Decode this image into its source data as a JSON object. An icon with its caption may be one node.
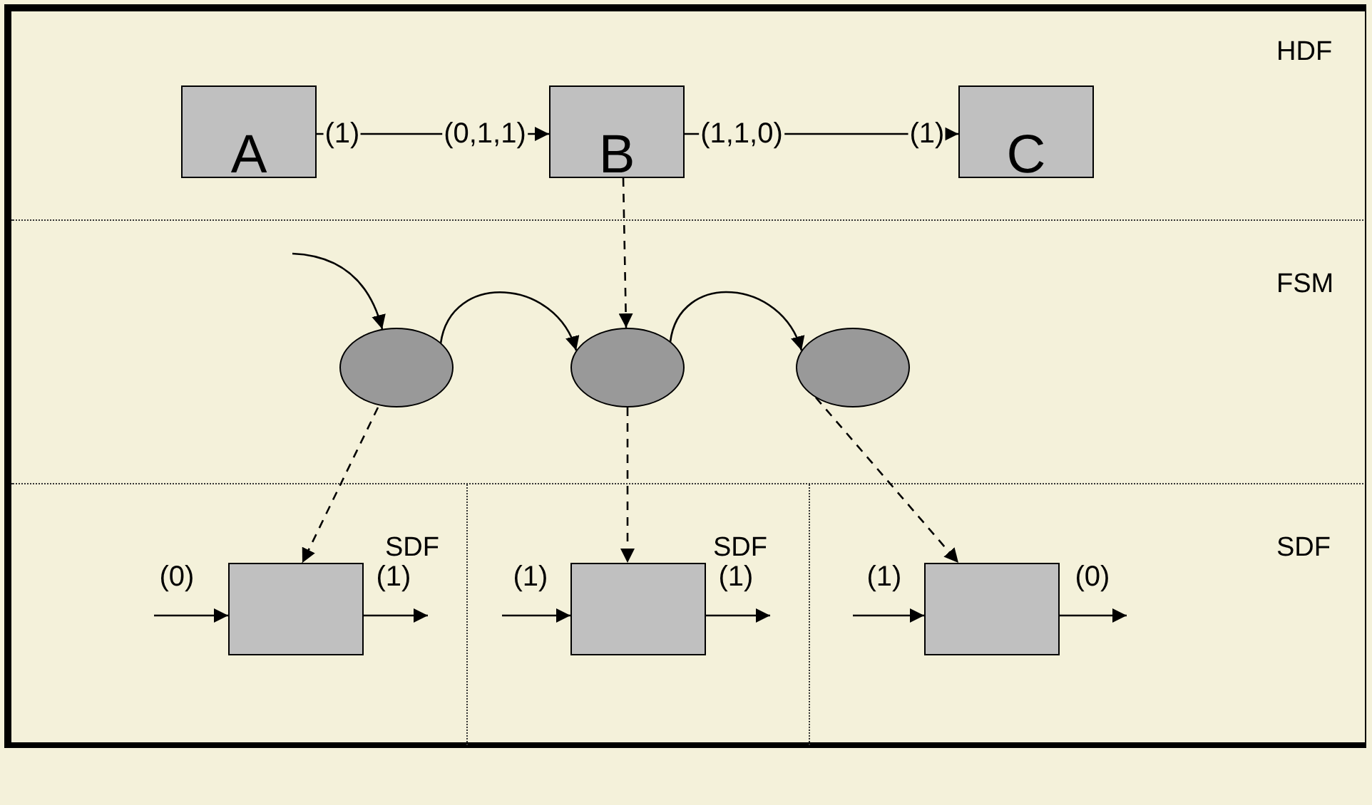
{
  "diagram": {
    "nodes": [
      {
        "text": [
          "HDF"
        ]
      },
      {
        "text": [
          "A"
        ],
        "in": 0
      },
      {
        "text": [
          "B"
        ],
        "in": 0
      },
      {
        "text": [
          "C"
        ],
        "in": 0
      },
      {
        "text": [
          "FSM"
        ]
      },
      {
        "text": [],
        "shape": "circle",
        "in": 4
      },
      {
        "text": [],
        "shape": "circle",
        "in": 4
      },
      {
        "text": [],
        "shape": "circle",
        "in": 4
      },
      {
        "text": [
          "SDF"
        ]
      },
      {
        "text": [],
        "shape": "box",
        "in": 8
      },
      {
        "text": [
          "SDF"
        ]
      },
      {
        "text": [],
        "shape": "box",
        "in": 10
      },
      {
        "text": [
          "SDF"
        ]
      },
      {
        "text": [],
        "shape": "box",
        "in": 12
      }
    ],
    "edges": [
      {
        "from": 1,
        "to": 2,
        "arrow": "to"
      },
      {
        "from": 2,
        "to": 3,
        "arrow": "to"
      },
      {
        "from": null,
        "to": 5,
        "arrow": "to"
      },
      {
        "from": 5,
        "to": 6,
        "arrow": "to"
      },
      {
        "from": 6,
        "to": 7,
        "arrow": "to"
      },
      {
        "from": 2,
        "to": 6,
        "arrow": "to",
        "style": "dashed"
      },
      {
        "from": 5,
        "to": 9,
        "arrow": "to",
        "style": "dashed"
      },
      {
        "from": 6,
        "to": 11,
        "arrow": "to",
        "style": "dashed"
      },
      {
        "from": 7,
        "to": 13,
        "arrow": "to",
        "style": "dashed"
      },
      {
        "from": null,
        "to": 9,
        "arrow": "to"
      },
      {
        "from": 9,
        "to": null,
        "arrow": "to"
      },
      {
        "from": null,
        "to": 11,
        "arrow": "to"
      },
      {
        "from": 11,
        "to": null,
        "arrow": "to"
      },
      {
        "from": null,
        "to": 13,
        "arrow": "to"
      },
      {
        "from": 13,
        "to": null,
        "arrow": "to"
      }
    ],
    "labels": [
      "(1)",
      "(0,1,1)",
      "(1,1,0)",
      "(1)",
      "(0)",
      "(1)",
      "(1)",
      "(1)",
      "(1)",
      "(0)"
    ]
  }
}
